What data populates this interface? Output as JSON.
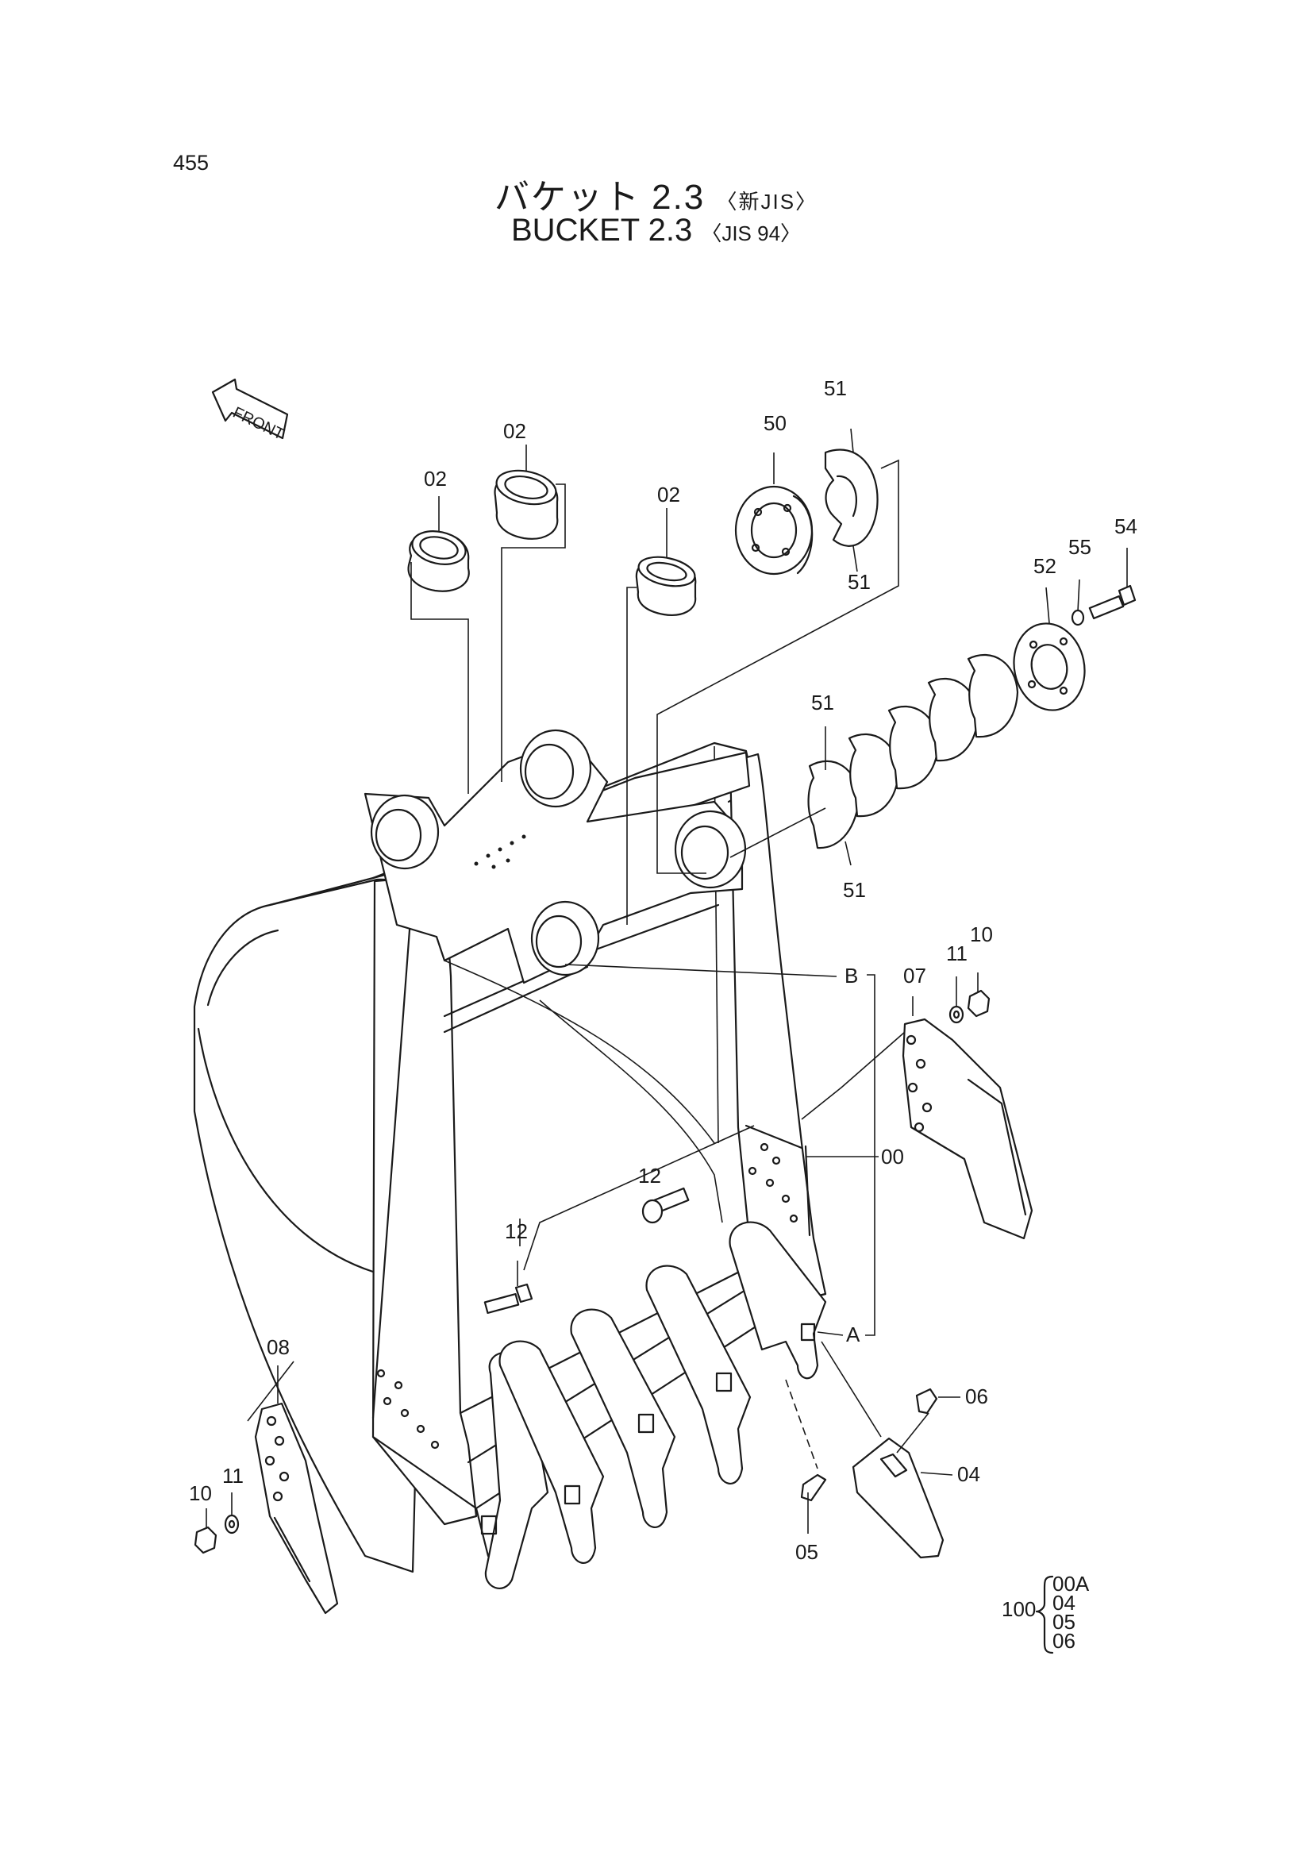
{
  "page": {
    "number": "455",
    "title_jp": "バケット 2.3",
    "title_jp_spec": "〈新JIS〉",
    "title_en": "BUCKET 2.3",
    "title_en_spec": "〈JIS 94〉"
  },
  "orientation_marker": {
    "label": "FRONT",
    "icon": "arrow-left-icon"
  },
  "parts": {
    "p02a": "02",
    "p02b": "02",
    "p02c": "02",
    "p50": "50",
    "p51a": "51",
    "p51b": "51",
    "p51c": "51",
    "p51d": "51",
    "p52": "52",
    "p54": "54",
    "p55": "55",
    "p00": "00",
    "p04": "04",
    "p05": "05",
    "p06": "06",
    "p07": "07",
    "p08": "08",
    "p10a": "10",
    "p10b": "10",
    "p11a": "11",
    "p11b": "11",
    "p12a": "12",
    "p12b": "12"
  },
  "callouts": {
    "A": "A",
    "B": "B"
  },
  "kit": {
    "number": "100",
    "items": [
      "00A",
      "04",
      "05",
      "06"
    ]
  }
}
